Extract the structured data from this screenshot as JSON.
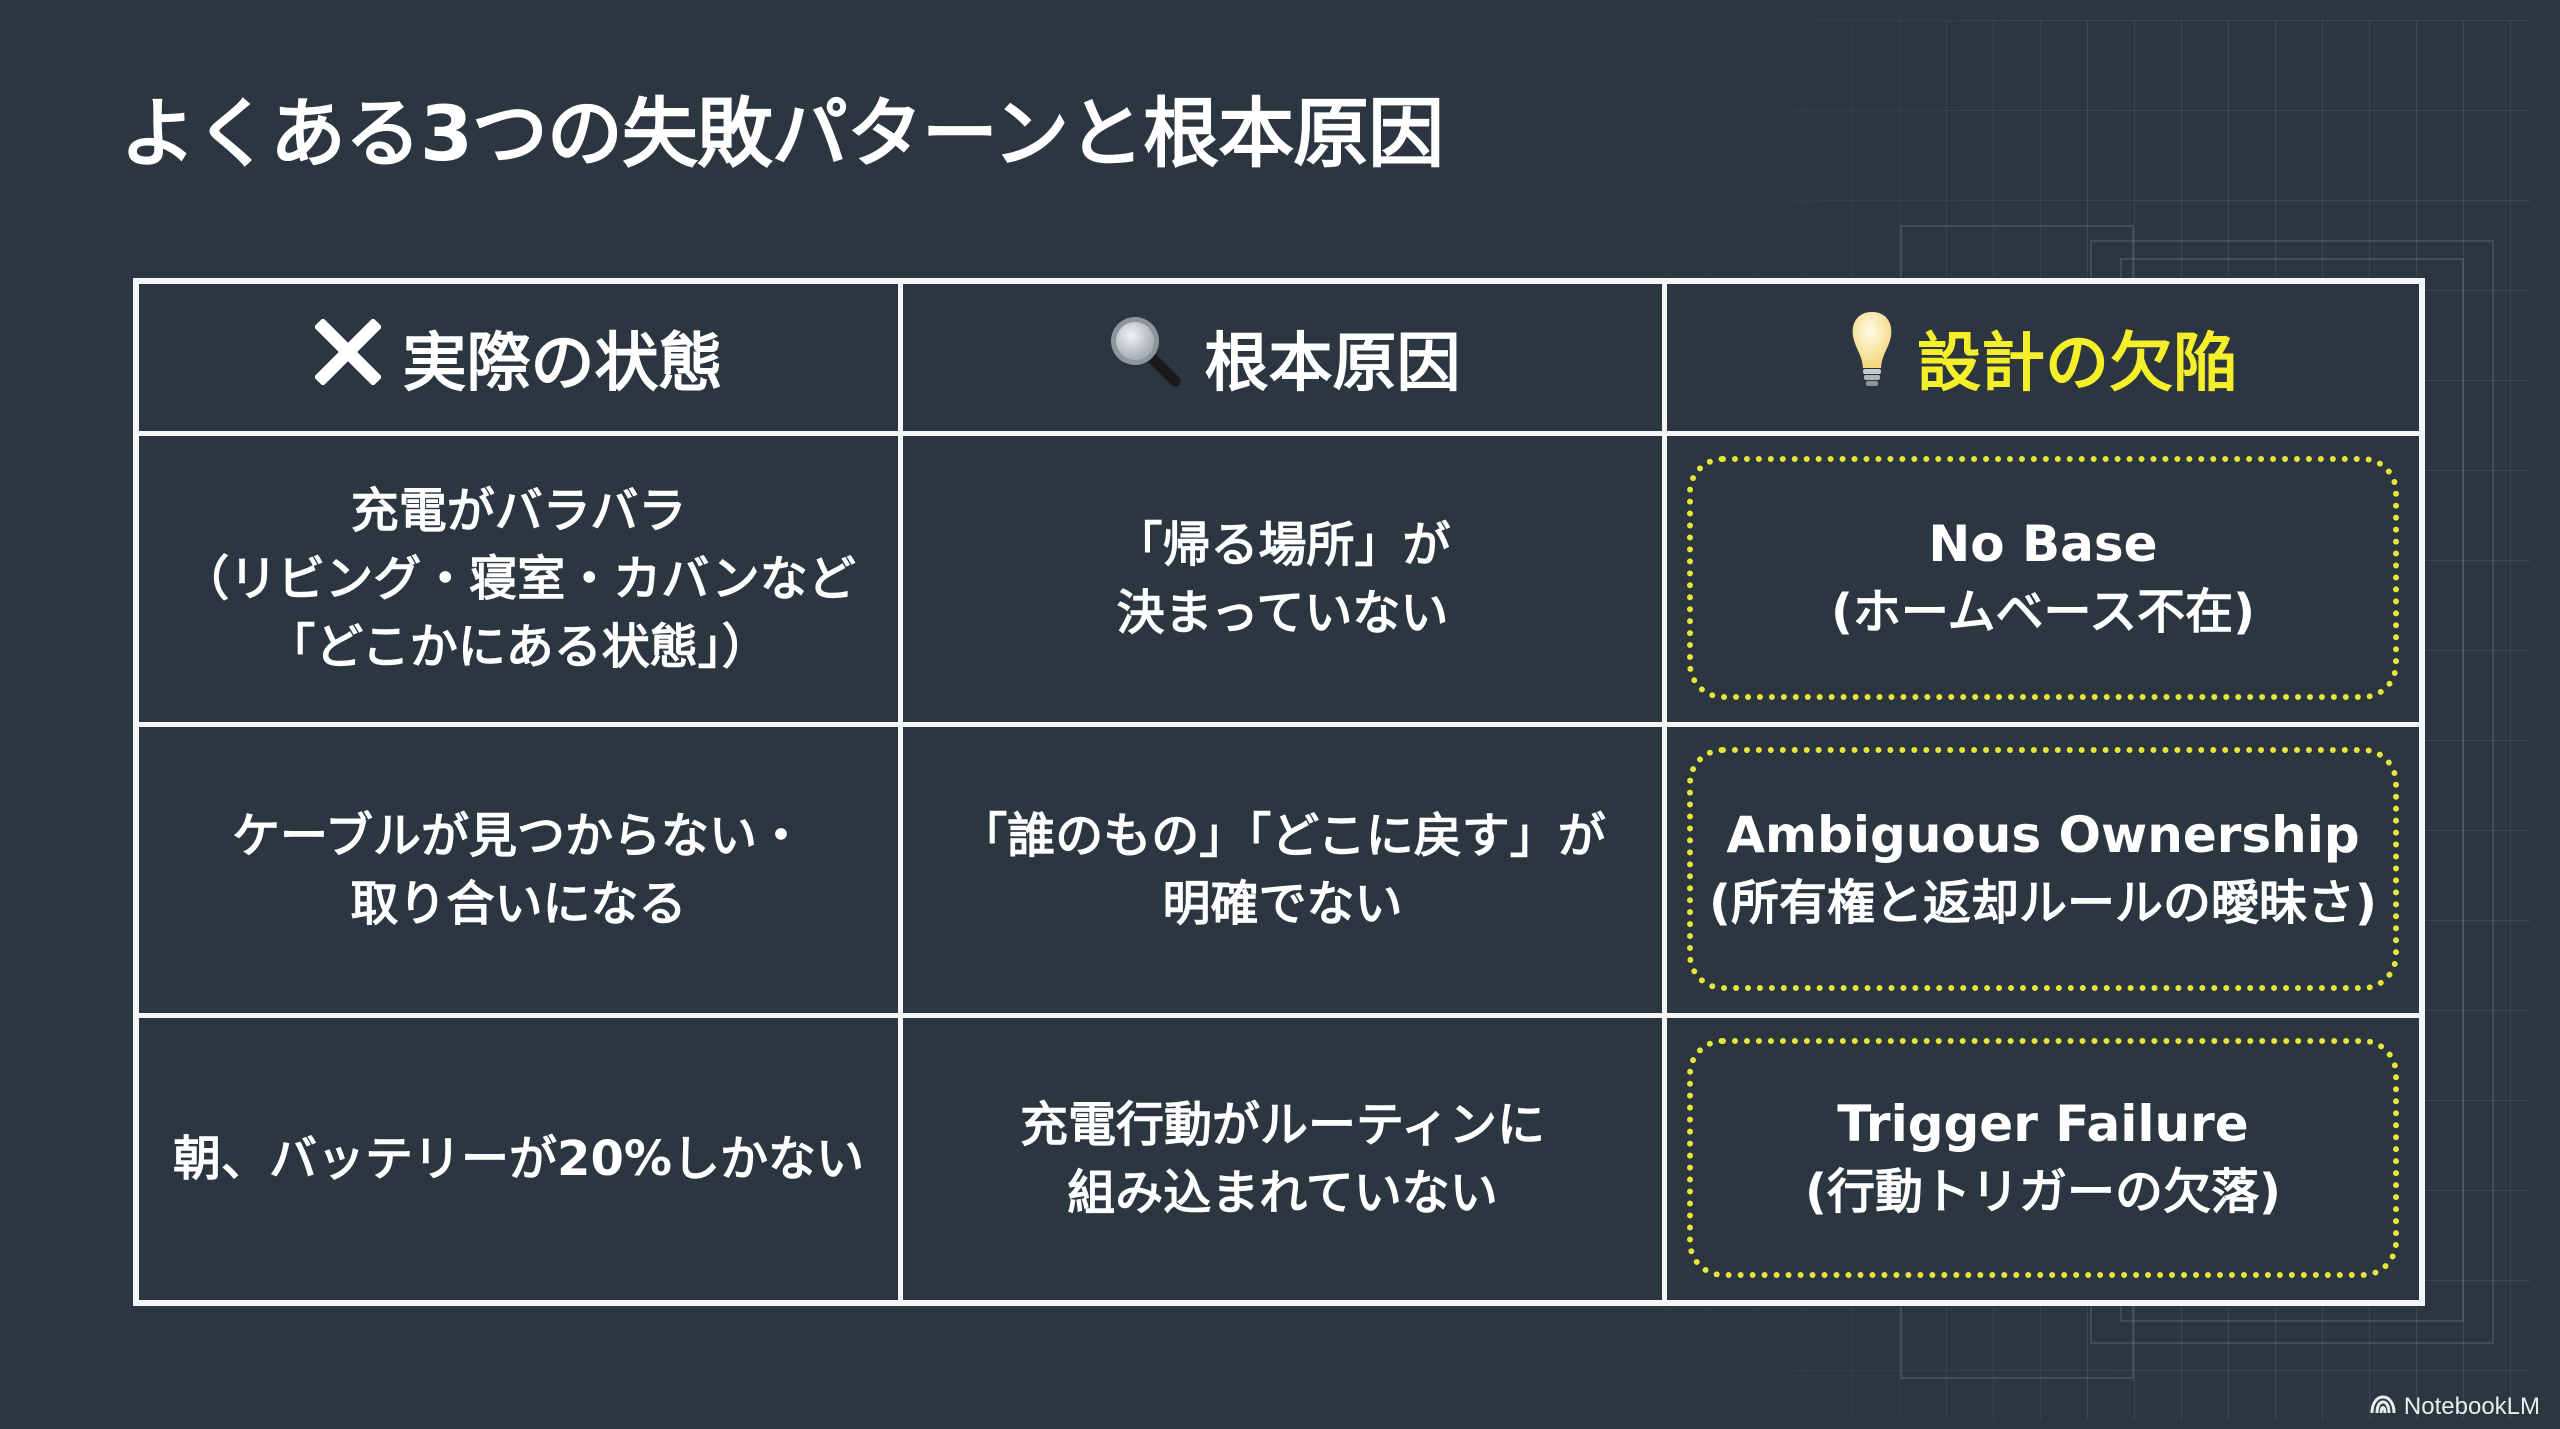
{
  "slide": {
    "title": "よくある3つの失敗パターンと根本原因",
    "background_color": "#2b3640",
    "accent_color": "#f5ef2a"
  },
  "table": {
    "headers": [
      {
        "icon": "cross-mark-icon",
        "glyph": "✕",
        "label": "実際の状態"
      },
      {
        "icon": "magnifying-glass-icon",
        "glyph": "🔍",
        "label": "根本原因"
      },
      {
        "icon": "light-bulb-icon",
        "glyph": "💡",
        "label": "設計の欠陥"
      }
    ],
    "rows": [
      {
        "actual_state": "充電がバラバラ\n（リビング・寝室・カバンなど\n「どこかにある状態」）",
        "root_cause": "「帰る場所」が\n決まっていない",
        "design_flaw_en": "No Base",
        "design_flaw_jp": "(ホームベース不在)"
      },
      {
        "actual_state": "ケーブルが見つからない・\n取り合いになる",
        "root_cause": "「誰のもの」「どこに戻す」が\n明確でない",
        "design_flaw_en": "Ambiguous Ownership",
        "design_flaw_jp": "(所有権と返却ルールの曖昧さ)"
      },
      {
        "actual_state": "朝、バッテリーが20%しかない",
        "root_cause": "充電行動がルーティンに\n組み込まれていない",
        "design_flaw_en": "Trigger Failure",
        "design_flaw_jp": "(行動トリガーの欠落)"
      }
    ]
  },
  "watermark": {
    "icon": "notebooklm-logo-icon",
    "label": "NotebookLM"
  }
}
